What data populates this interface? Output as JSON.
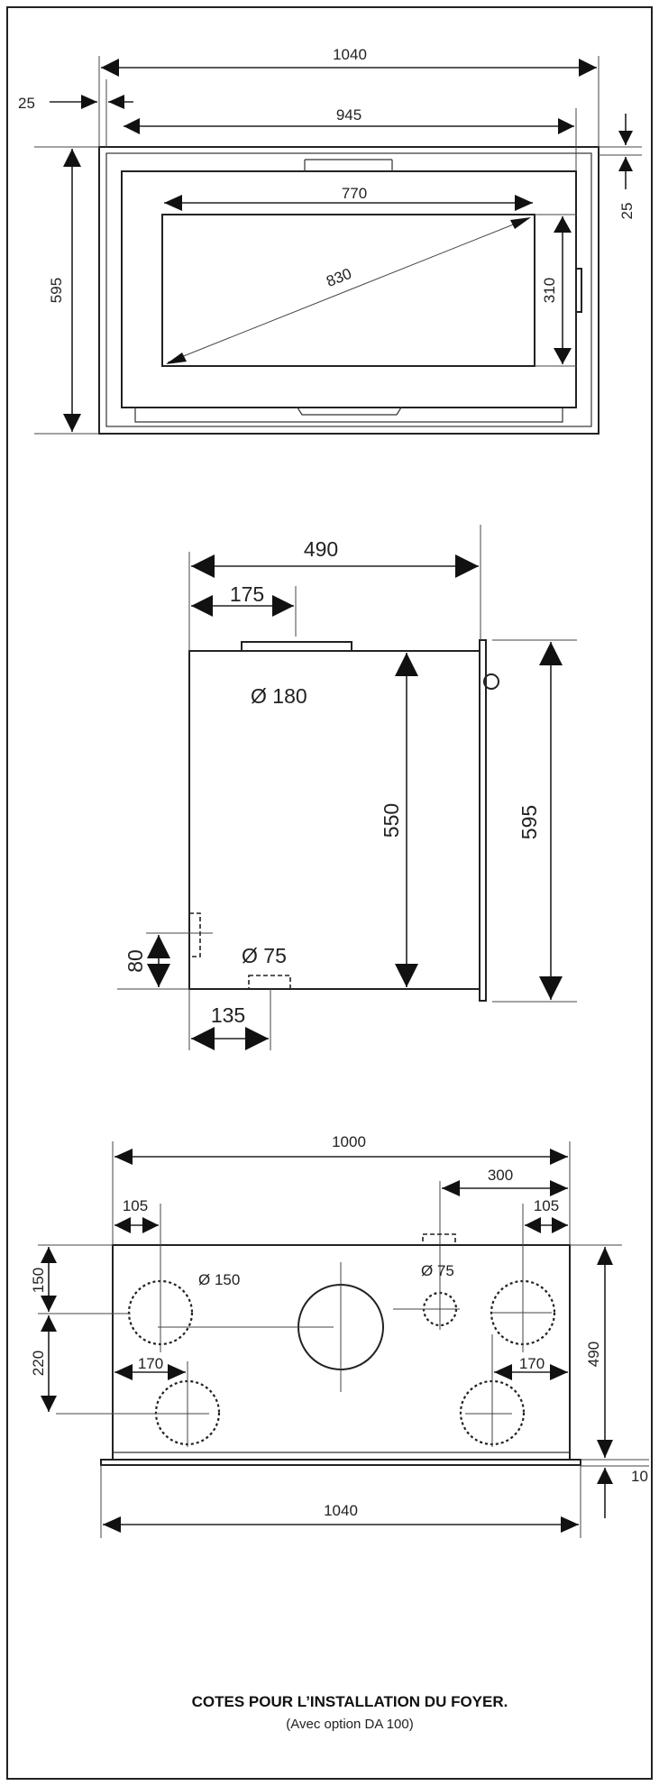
{
  "front_view": {
    "dim_width_total": "1040",
    "dim_frame": "25",
    "dim_inner_width": "945",
    "dim_height": "595",
    "dim_top_frame": "25",
    "dim_glass_width": "770",
    "dim_diagonal": "830",
    "dim_glass_height": "310"
  },
  "side_view": {
    "dim_depth": "490",
    "dim_outlet_offset": "175",
    "outlet_diameter": "Ø 180",
    "dim_inner_height": "550",
    "dim_total_height": "595",
    "dim_air_height": "80",
    "air_inlet_diameter": "Ø 75",
    "dim_air_offset": "135"
  },
  "top_view": {
    "dim_width": "1000",
    "dim_air_offset": "300",
    "dim_left_offset": "105",
    "dim_right_offset": "105",
    "dim_front_offset": "150",
    "dim_row_spacing": "220",
    "outlet_diameter": "Ø 150",
    "air_inlet_diameter": "Ø 75",
    "dim_left_rear": "170",
    "dim_right_rear": "170",
    "dim_depth": "490",
    "dim_lip": "10",
    "dim_total_width": "1040"
  },
  "caption": {
    "title": "COTES POUR L’INSTALLATION DU FOYER.",
    "subtitle": "(Avec option DA 100)"
  }
}
